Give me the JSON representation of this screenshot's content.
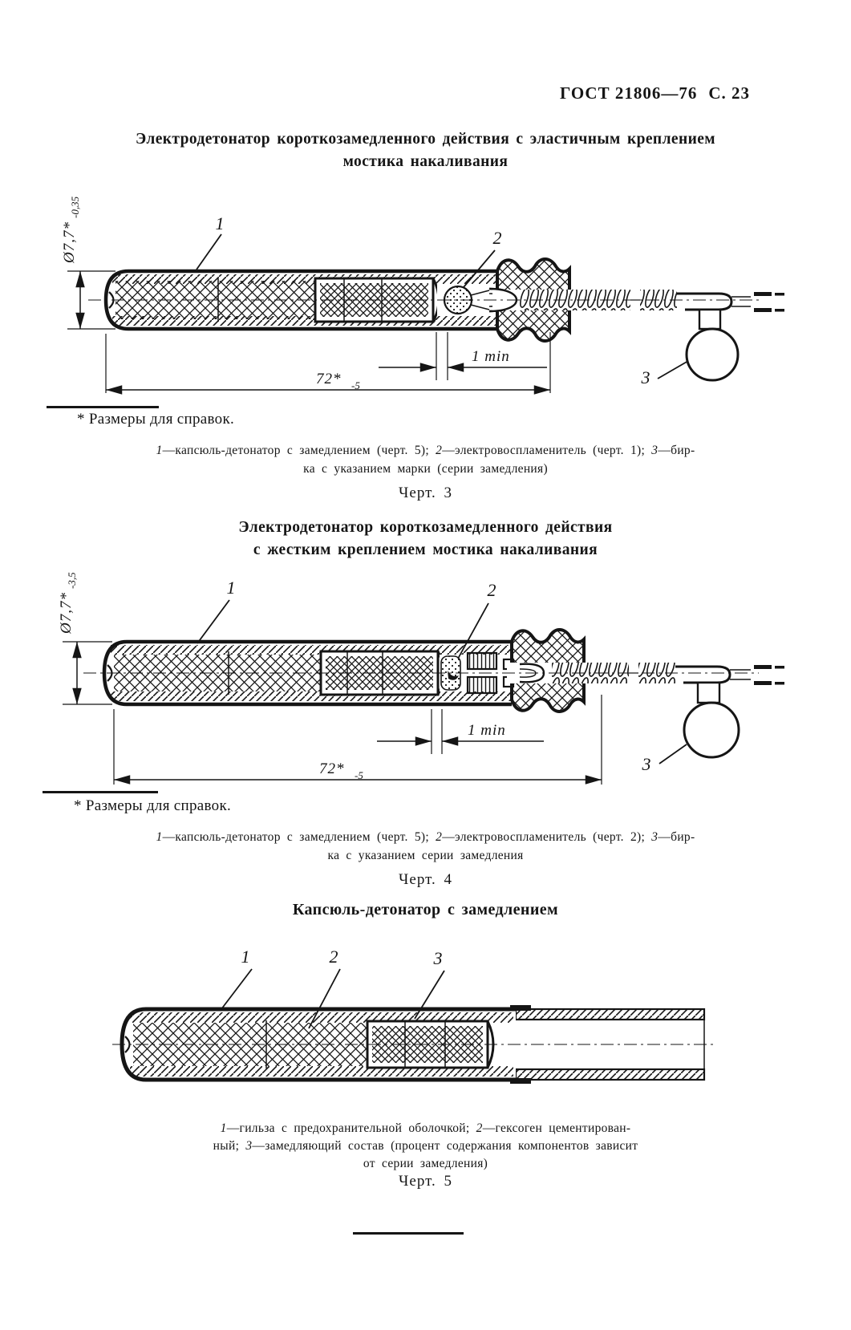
{
  "header": {
    "std": "ГОСТ 21806—76",
    "page": "С. 23"
  },
  "fig3": {
    "title1": "Электродетонатор короткозамедленного действия с эластичным креплением",
    "title2": "мостика накаливания",
    "footnote": "* Размеры для справок.",
    "caption": {
      "n1": "1",
      "t1": "—капсюль-детонатор с замедлением (черт. 5); ",
      "n2": "2",
      "t2": "—электровоспламенитель (черт. 1); ",
      "n3": "3",
      "t3": "—бир-",
      "line2": "ка с указанием марки (серии замедления)"
    },
    "label": "Черт. 3",
    "dims": {
      "dia_main": "Ø7,7*",
      "dia_tol": "-0,35",
      "len_main": "72*",
      "len_tol": "-5",
      "min_label": "1 min"
    },
    "callouts": {
      "c1": "1",
      "c2": "2",
      "c3": "3"
    }
  },
  "fig4": {
    "title1": "Электродетонатор короткозамедленного действия",
    "title2": "с жестким креплением мостика накаливания",
    "footnote": "* Размеры для справок.",
    "caption": {
      "n1": "1",
      "t1": "—капсюль-детонатор с замедлением (черт. 5); ",
      "n2": "2",
      "t2": "—электровоспламенитель (черт. 2); ",
      "n3": "3",
      "t3": "—бир-",
      "line2": "ка с указанием серии замедления"
    },
    "label": "Черт. 4",
    "dims": {
      "dia_main": "Ø7,7*",
      "dia_tol": "-3,5",
      "len_main": "72*",
      "len_tol": "-5",
      "min_label": "1 min"
    },
    "callouts": {
      "c1": "1",
      "c2": "2",
      "c3": "3"
    }
  },
  "fig5": {
    "title": "Капсюль-детонатор с замедлением",
    "caption": {
      "n1": "1",
      "t1": "—гильза с предохранительной оболочкой; ",
      "n2": "2",
      "t2": "—гексоген цементирован-",
      "t2b": "ный; ",
      "n3": "3",
      "t3": "—замедляющий состав (процент содержания компонентов зависит",
      "line3": "от серии замедления)"
    },
    "label": "Черт. 5",
    "callouts": {
      "c1": "1",
      "c2": "2",
      "c3": "3"
    }
  }
}
